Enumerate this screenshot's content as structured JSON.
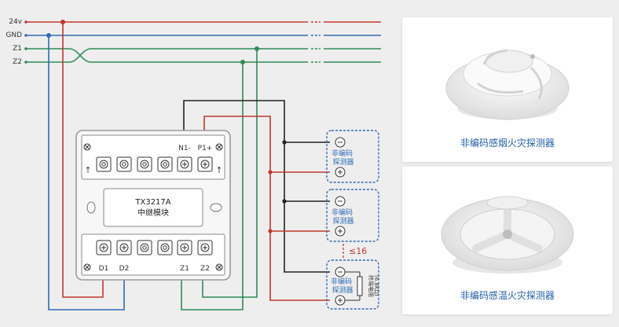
{
  "buses": [
    {
      "label": "24v",
      "color": "#c0392b"
    },
    {
      "label": "GND",
      "color": "#2f6db5"
    },
    {
      "label": "Z1",
      "color": "#2e8b57"
    },
    {
      "label": "Z2",
      "color": "#2e8b57"
    }
  ],
  "module": {
    "model": "TX3217A",
    "name": "中继模块",
    "top_terminals": [
      "N1-",
      "P1+"
    ],
    "bottom_terminals": [
      "D1",
      "D2",
      "Z1",
      "Z2"
    ]
  },
  "detectors": [
    {
      "label": "非编码\n探测器"
    },
    {
      "label": "非编码\n探测器"
    },
    {
      "label": "非编码\n探测器"
    }
  ],
  "max_count": "≤16",
  "end_resistor": "终端电阻\n(6.8KΩ)",
  "products": [
    {
      "caption": "非编码感烟火灾探测器"
    },
    {
      "caption": "非编码感温火灾探测器"
    }
  ],
  "colors": {
    "red": "#c0392b",
    "blue": "#2f6db5",
    "green": "#2e8b57",
    "black": "#222222",
    "dashed_box": "#2f6db5"
  }
}
